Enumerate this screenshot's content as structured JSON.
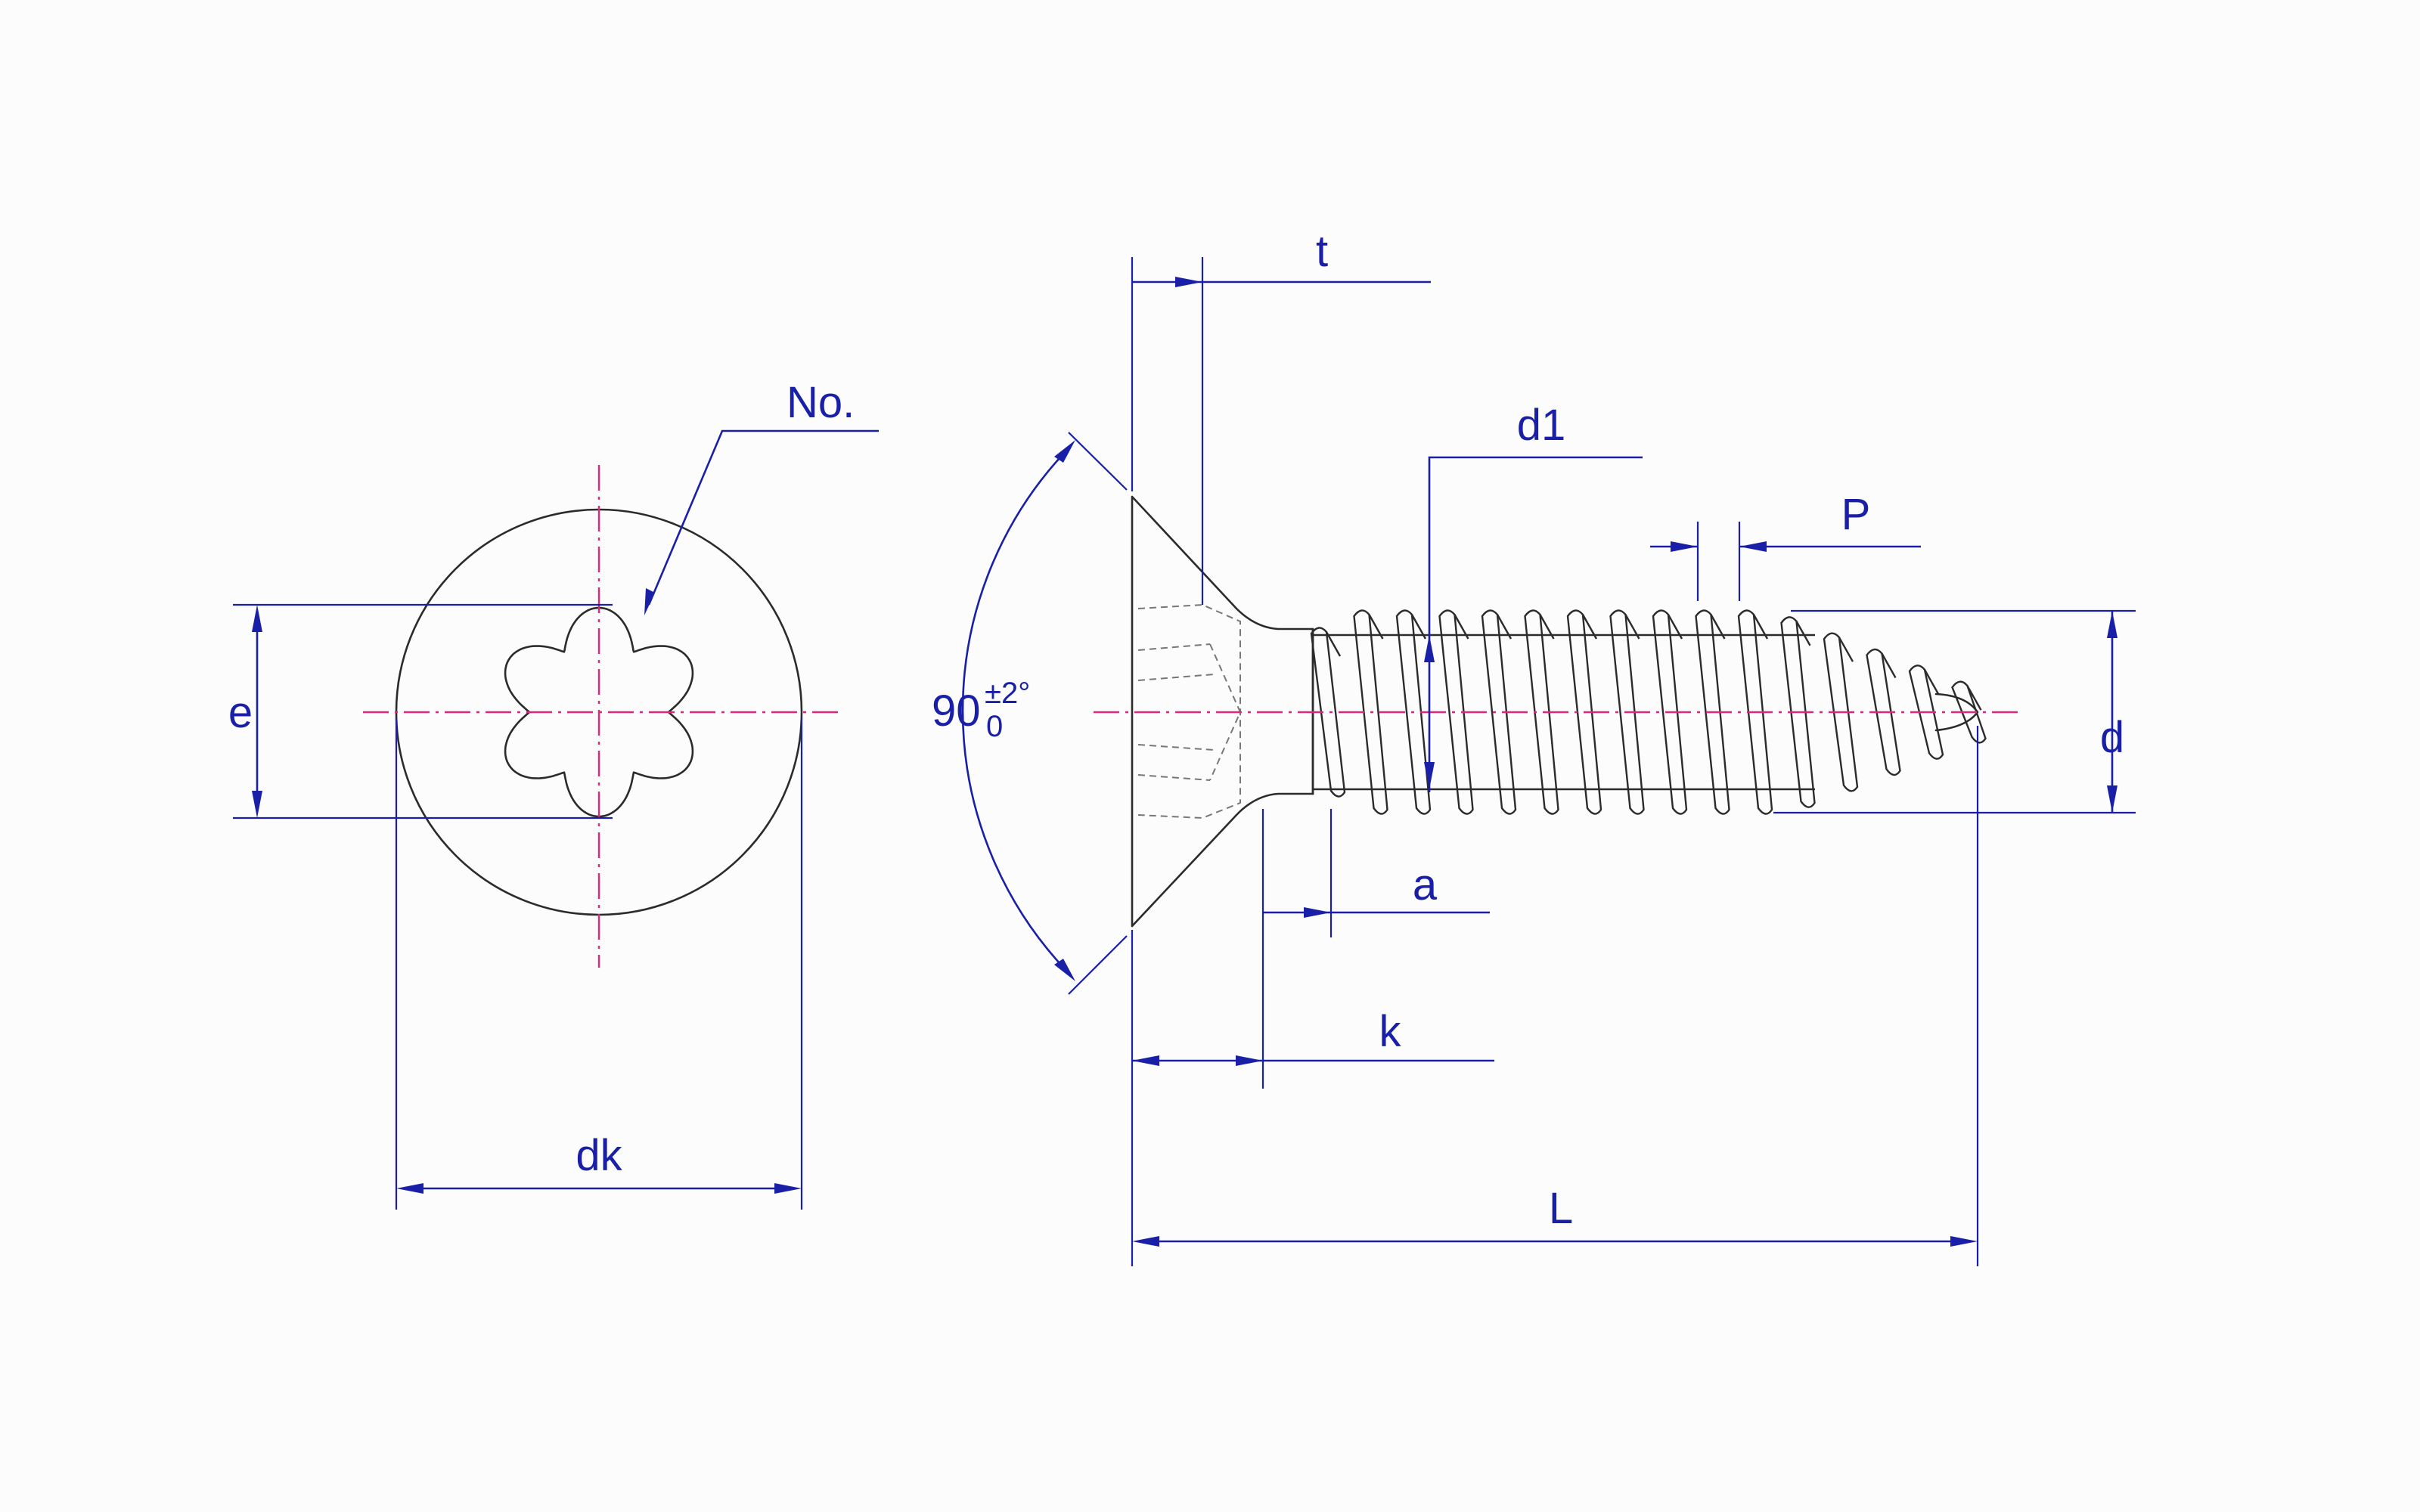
{
  "labels": {
    "e": "e",
    "dk": "dk",
    "no": "No.",
    "t": "t",
    "d1": "d1",
    "p": "P",
    "d": "d",
    "a": "a",
    "k": "k",
    "l": "L",
    "angle_value": "90",
    "angle_upper_tol": "±2°",
    "angle_lower_tol": "0"
  },
  "colors": {
    "dimension": "#1a1fa8",
    "centerline": "#e0287a",
    "outline": "#2b2b2b"
  }
}
